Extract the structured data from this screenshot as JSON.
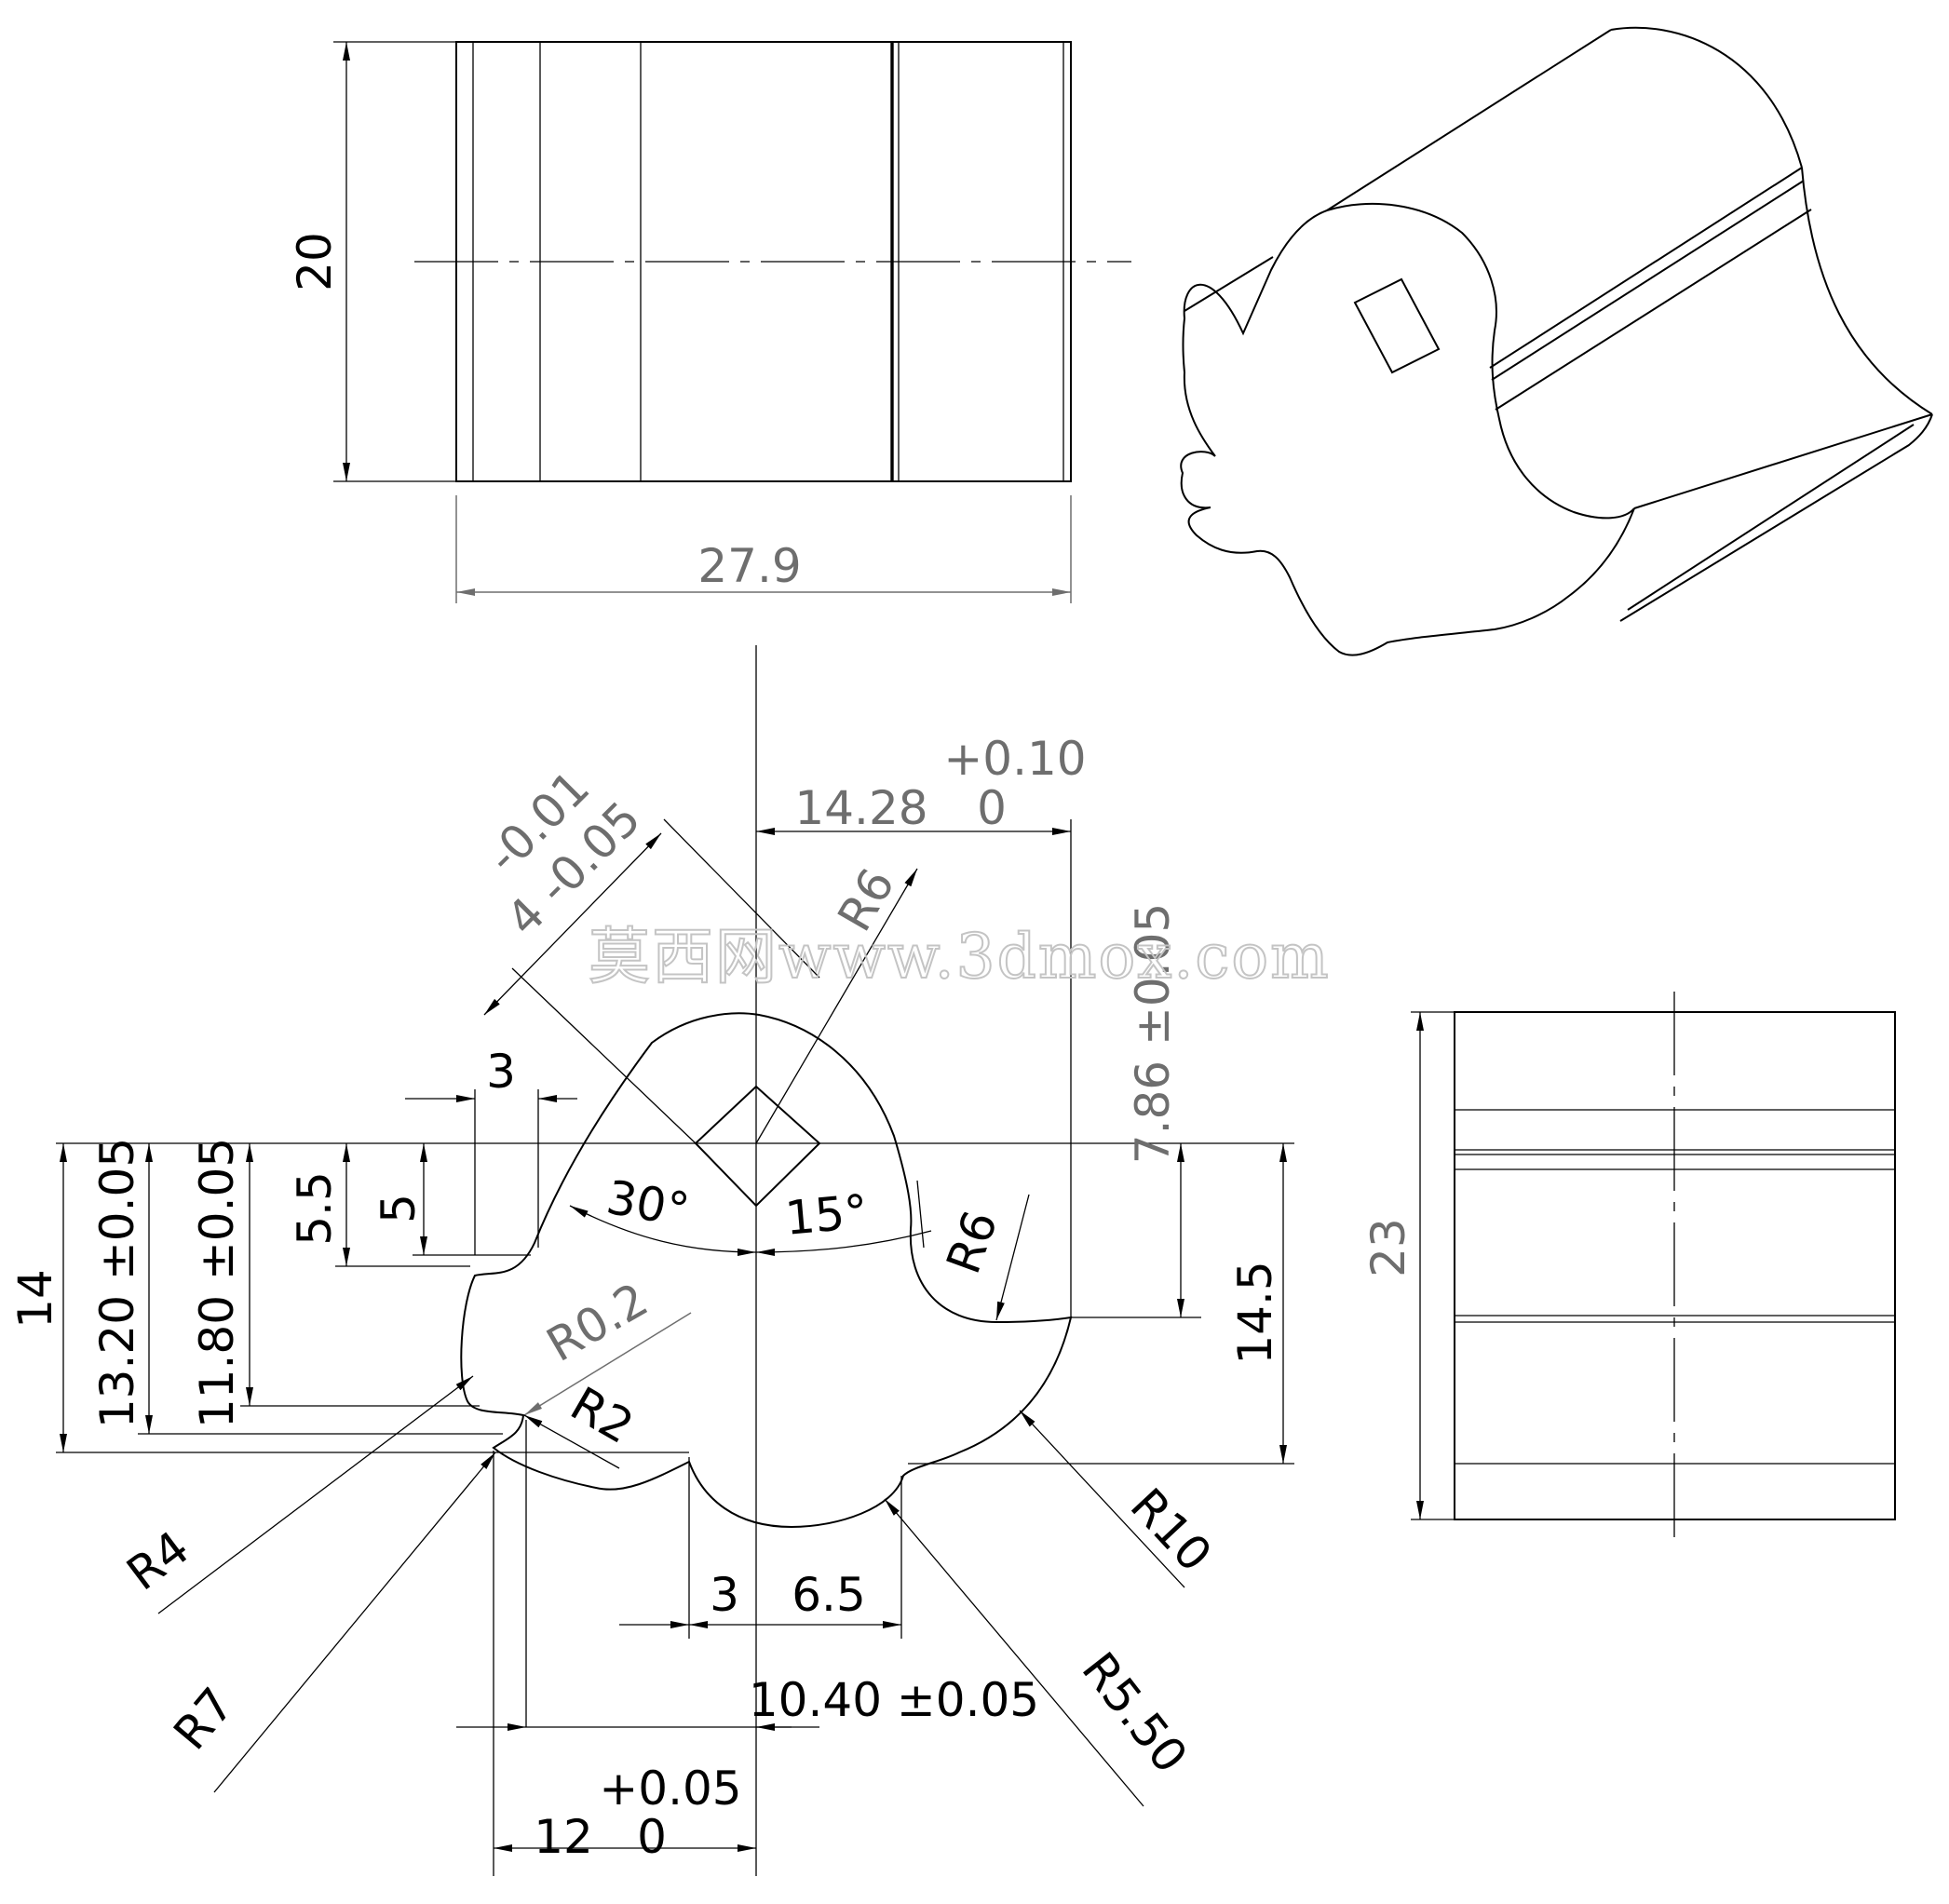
{
  "watermark": "莫西网www.3dmox.com",
  "front_view": {
    "height_dim": "20",
    "width_dim": "27.9"
  },
  "profile_view": {
    "dims": {
      "top_tol_plus": "+0.10",
      "top_nominal": "14.28",
      "top_tol_zero": "0",
      "diag_tol_upper": "-0.01",
      "diag_nominal_lower": "4 -0.05",
      "r6_top": "R6",
      "right_vert": "7.86 ±0.05",
      "slot_width": "3",
      "dim_5_5": "5.5",
      "dim_5": "5",
      "dim_13_20": "13.20 ±0.05",
      "dim_11_80": "11.80 ±0.05",
      "dim_14": "14",
      "angle_30": "30°",
      "angle_15": "15°",
      "r6_side": "R6",
      "dim_14_5": "14.5",
      "r0_2": "R0.2",
      "r2": "R2",
      "r4": "R4",
      "r7": "R7",
      "r10": "R10",
      "r5_50": "R5.50",
      "bottom_3": "3",
      "bottom_6_5": "6.5",
      "bottom_10_40": "10.40 ±0.05",
      "bottom_tol_plus": "+0.05",
      "bottom_nominal": "12",
      "bottom_tol_zero": "0"
    }
  },
  "side_view": {
    "height_dim": "23"
  }
}
